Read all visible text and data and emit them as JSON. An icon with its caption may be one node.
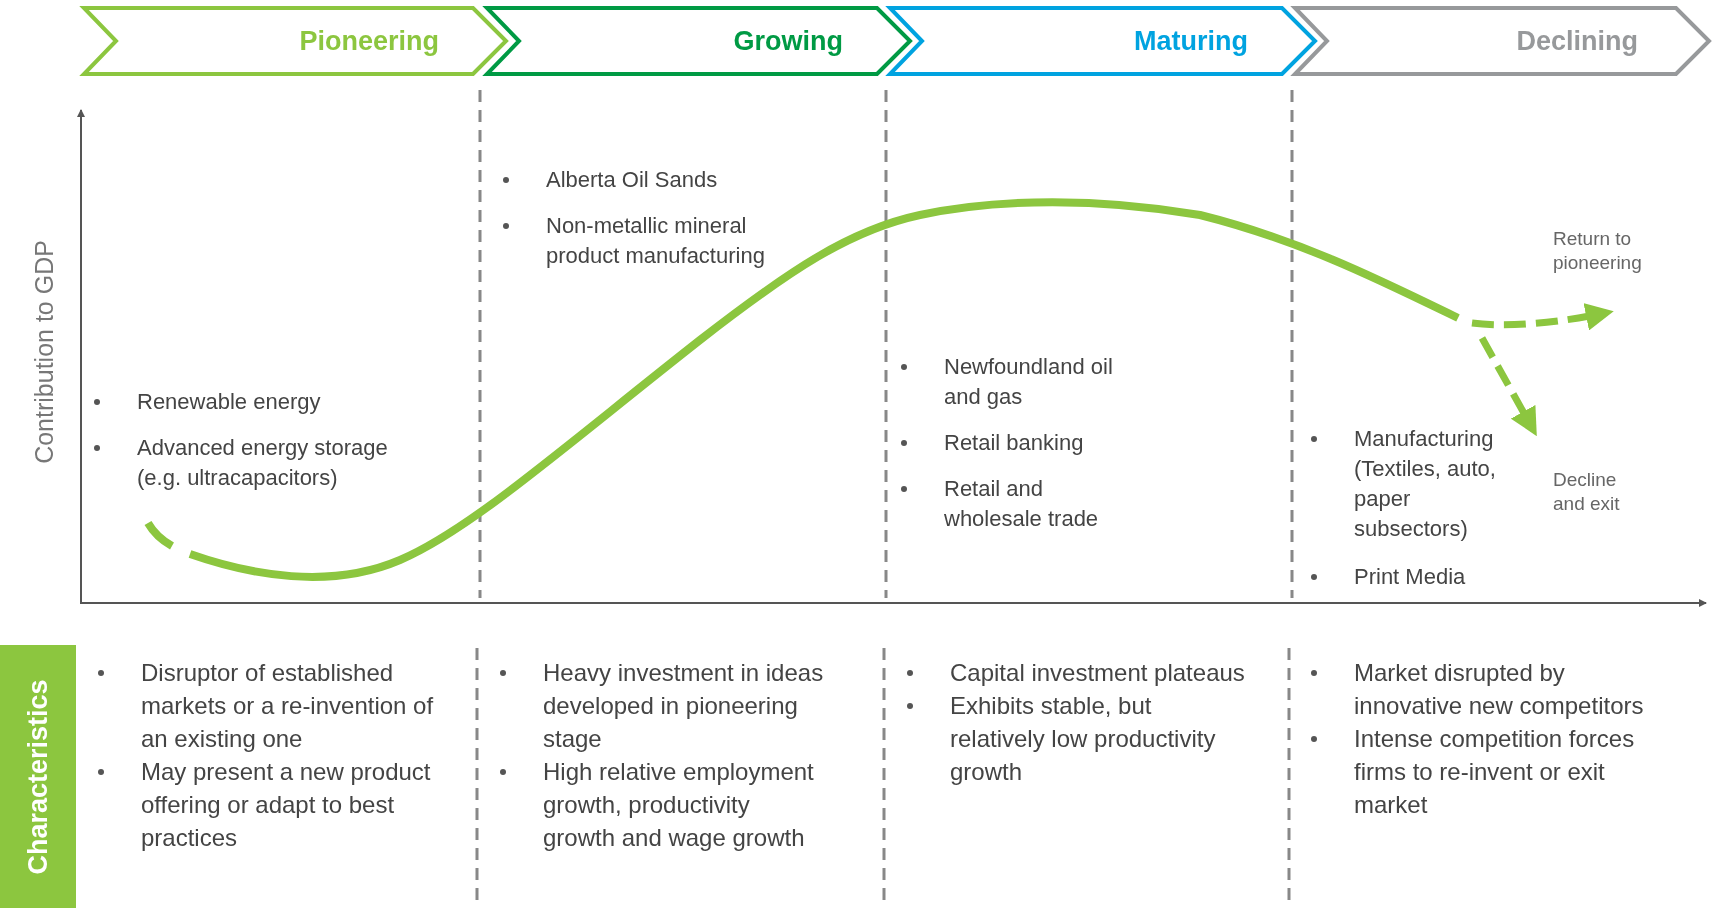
{
  "diagram": {
    "nodes": [
      {
        "text": [
          "Pioneering"
        ]
      },
      {
        "text": [
          "Growing"
        ]
      },
      {
        "text": [
          "Maturing"
        ]
      },
      {
        "text": [
          "Declining"
        ]
      },
      {
        "text": [
          "Characteristics"
        ]
      }
    ],
    "labels": [
      "Alberta Oil Sands",
      "Non-metallic mineral product manufacturing",
      "Return to pioneering",
      "Newfoundland oil and gas",
      "Contribution to GDP",
      "Renewable energy",
      "Retail banking",
      "Manufacturing (Textiles, auto, paper subsectors)",
      "Advanced energy storage (e.g. ultracapacitors)",
      "Decline and exit",
      "Retail and wholesale trade",
      "Print Media",
      "Disruptor of established markets or a re-invention of an existing one",
      "May present a new product offering or adapt to best practices",
      "Heavy investment in ideas developed in pioneering stage",
      "High relative employment growth, productivity growth and wage growth",
      "Capital investment plateaus",
      "Exhibits stable, but relatively low productivity growth",
      "Market disrupted by innovative new competitors",
      "Intense competition forces firms to re-invent or exit market"
    ]
  }
}
